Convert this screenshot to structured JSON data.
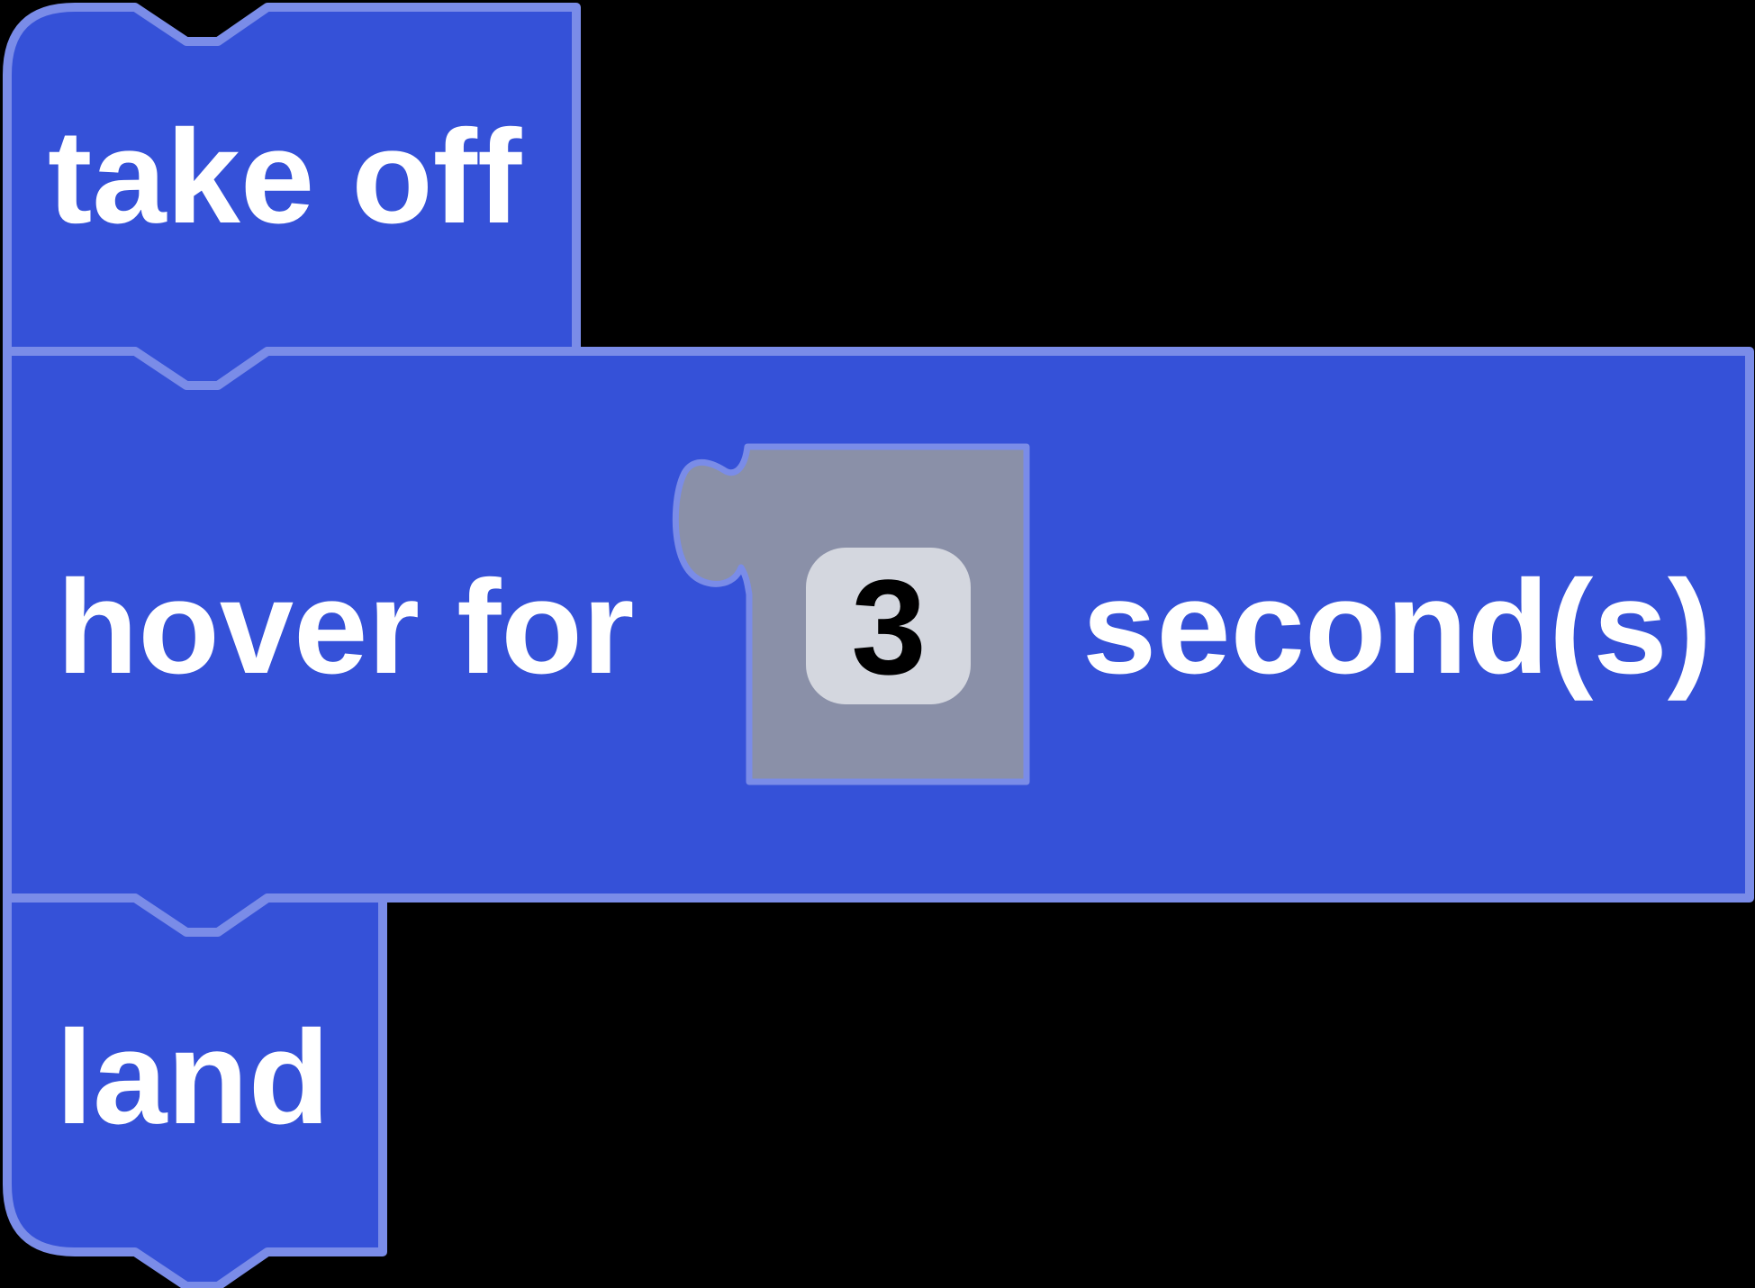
{
  "workspace": {
    "background_color": "#000000",
    "colors": {
      "block_fill": "#3551D8",
      "block_border": "#7A8CE8",
      "shadow_fill": "#8A90A8",
      "shadow_border": "#7A8CE8",
      "field_fill": "#D4D7DF",
      "label_color": "#FFFFFF",
      "value_color": "#000000"
    },
    "blocks": {
      "takeoff": {
        "label": "take off"
      },
      "hover": {
        "label_prefix": "hover for",
        "value": "3",
        "label_suffix": "second(s)"
      },
      "land": {
        "label": "land"
      }
    }
  }
}
